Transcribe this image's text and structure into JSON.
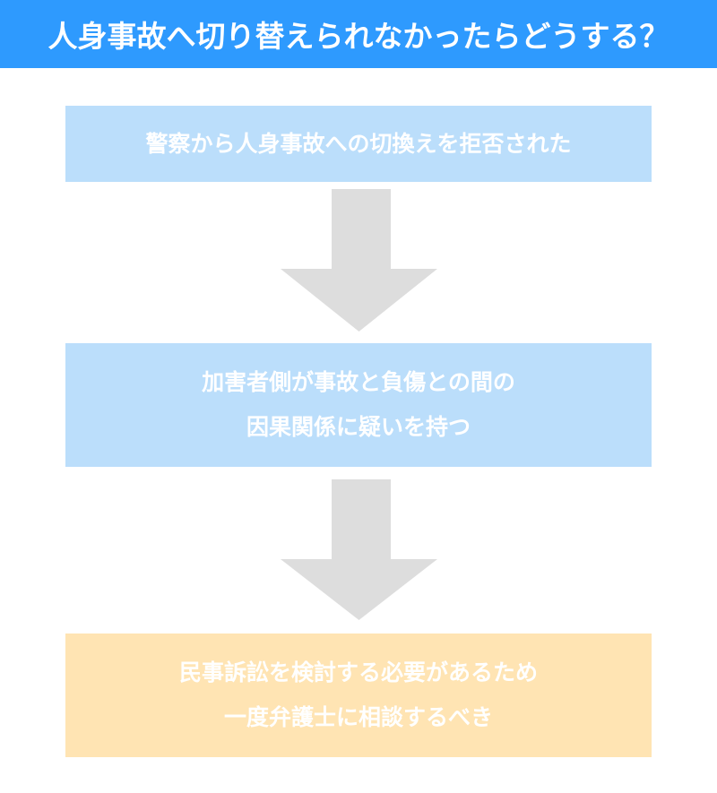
{
  "title": "人身事故へ切り替えられなかったらどうする？",
  "colors": {
    "title_bg": "#2E9AFE",
    "step_blue": "#BBDEFB",
    "step_orange": "#FFE4B3",
    "arrow": "#DDDDDD",
    "text": "#FFFFFF"
  },
  "steps": [
    {
      "lines": [
        "警察から人身事故への切換えを拒否された"
      ],
      "color": "blue"
    },
    {
      "lines": [
        "加害者側が事故と負傷との間の",
        "因果関係に疑いを持つ"
      ],
      "color": "blue"
    },
    {
      "lines": [
        "民事訴訟を検討する必要があるため",
        "一度弁護士に相談するべき"
      ],
      "color": "orange"
    }
  ],
  "arrows": [
    {
      "icon": "down-arrow-icon"
    },
    {
      "icon": "down-arrow-icon"
    }
  ]
}
